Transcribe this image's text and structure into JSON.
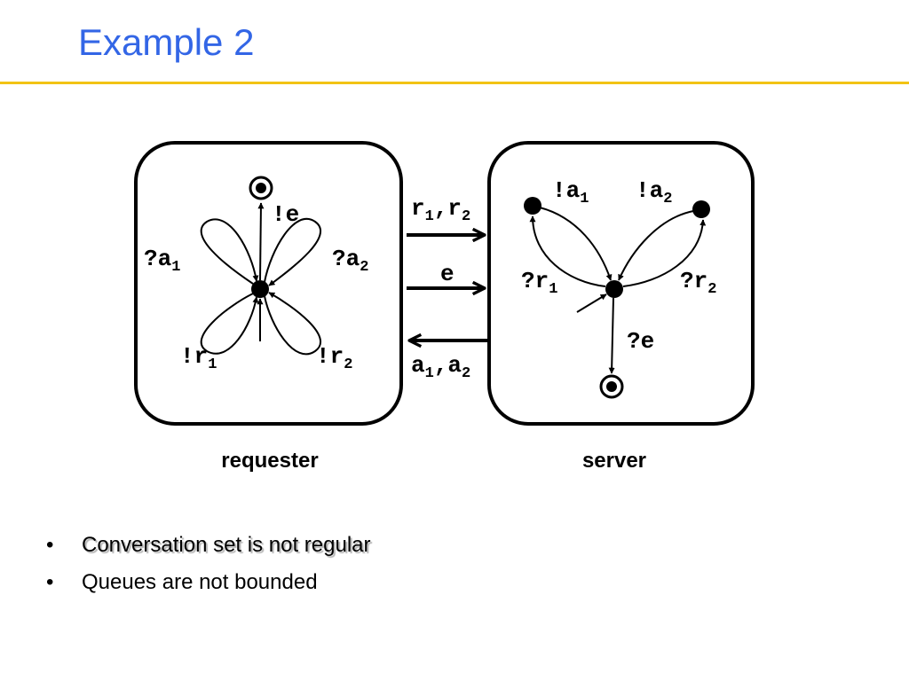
{
  "slide": {
    "title": "Example 2"
  },
  "diagram": {
    "requester": {
      "caption": "requester",
      "labels": {
        "send_e": {
          "base": "!e",
          "sub": ""
        },
        "recv_a1": {
          "base": "?a",
          "sub": "1"
        },
        "recv_a2": {
          "base": "?a",
          "sub": "2"
        },
        "send_r1": {
          "base": "!r",
          "sub": "1"
        },
        "send_r2": {
          "base": "!r",
          "sub": "2"
        }
      }
    },
    "server": {
      "caption": "server",
      "labels": {
        "send_a1": {
          "base": "!a",
          "sub": "1"
        },
        "send_a2": {
          "base": "!a",
          "sub": "2"
        },
        "recv_r1": {
          "base": "?r",
          "sub": "1"
        },
        "recv_r2": {
          "base": "?r",
          "sub": "2"
        },
        "recv_e": {
          "base": "?e",
          "sub": ""
        }
      }
    },
    "channels": {
      "r_channel": {
        "p1": "r",
        "s1": "1",
        "sep": ",",
        "p2": "r",
        "s2": "2"
      },
      "e_channel": {
        "label": "e"
      },
      "a_channel": {
        "p1": "a",
        "s1": "1",
        "sep": ",",
        "p2": "a",
        "s2": "2"
      }
    }
  },
  "bullets": [
    "Conversation set is not regular",
    "Queues are not bounded"
  ],
  "bullet_marker": "•",
  "colors": {
    "title": "#3366e6",
    "rule": "#f2c314"
  }
}
